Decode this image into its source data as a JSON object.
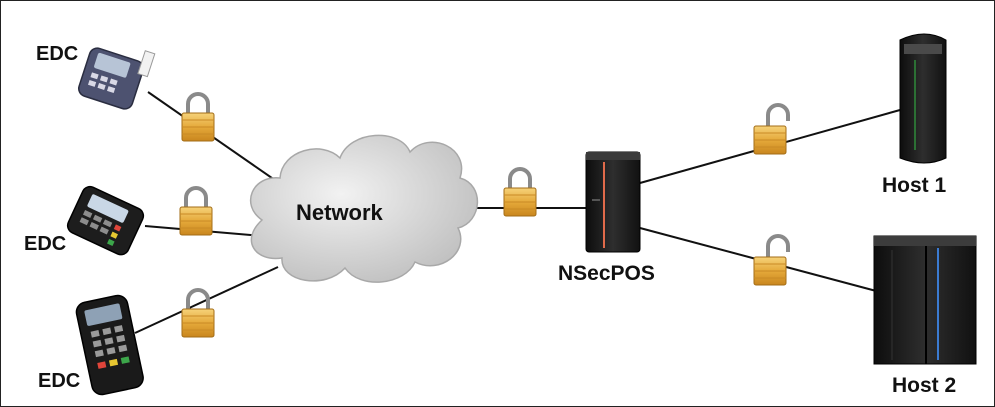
{
  "nodes": {
    "edc_1": {
      "label": "EDC"
    },
    "edc_2": {
      "label": "EDC"
    },
    "edc_3": {
      "label": "EDC"
    },
    "network": {
      "label": "Network"
    },
    "nsecpos": {
      "label": "NSecPOS"
    },
    "host_1": {
      "label": "Host 1"
    },
    "host_2": {
      "label": "Host 2"
    }
  },
  "links": [
    {
      "from": "edc_1",
      "to": "network",
      "lock": "locked"
    },
    {
      "from": "edc_2",
      "to": "network",
      "lock": "locked"
    },
    {
      "from": "edc_3",
      "to": "network",
      "lock": "locked"
    },
    {
      "from": "network",
      "to": "nsecpos",
      "lock": "locked"
    },
    {
      "from": "nsecpos",
      "to": "host_1",
      "lock": "unlocked"
    },
    {
      "from": "nsecpos",
      "to": "host_2",
      "lock": "unlocked"
    }
  ],
  "colors": {
    "line": "#111111",
    "lock_body": "#e8b24a",
    "lock_shackle": "#8a8a8a",
    "cloud": "#d6d6d6",
    "server": "#1c1c1c",
    "server_accent_nsecpos": "#e06a4a",
    "server_accent_host2": "#3b7bd1"
  }
}
